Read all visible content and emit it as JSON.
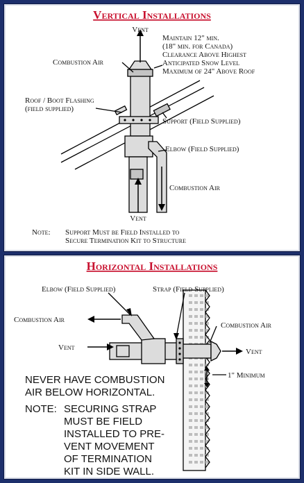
{
  "vertical": {
    "title": "Vertical Installations",
    "labels": {
      "vent_top": "Vent",
      "combustion_air": "Combustion Air",
      "roof_flashing_line1": "Roof / Boot Flashing",
      "roof_flashing_line2": "(field supplied)",
      "maintain_line1": "Maintain 12\" min.",
      "maintain_line2": "(18\" min. for Canada)",
      "maintain_line3": "Clearance Above Highest",
      "maintain_line4": "Anticipated Snow Level",
      "maintain_line5": "Maximum of 24\" Above Roof",
      "support": "Support (Field Supplied)",
      "elbow": "Elbow (Field Supplied)",
      "combustion_air_bottom": "Combustion Air",
      "vent_bottom": "Vent"
    },
    "note_label": "Note:",
    "note_line1": "Support Must be Field Installed to",
    "note_line2": "Secure Termination Kit to Structure"
  },
  "horizontal": {
    "title": "Horizontal Installations",
    "labels": {
      "elbow": "Elbow (Field Supplied)",
      "strap": "Strap (Field Supplied)",
      "combustion_air_left": "Combustion Air",
      "combustion_air_right": "Combustion Air",
      "vent_left": "Vent",
      "vent_right": "Vent",
      "minimum": "1\" Minimum"
    },
    "warning_line1": "NEVER HAVE COMBUSTION",
    "warning_line2": "AIR BELOW HORIZONTAL.",
    "note_label": "NOTE:",
    "note_lines": [
      "SECURING   STRAP",
      "MUST   BE   FIELD",
      "INSTALLED TO PRE-",
      "VENT   MOVEMENT",
      "OF    TERMINATION",
      "KIT IN SIDE WALL."
    ]
  }
}
